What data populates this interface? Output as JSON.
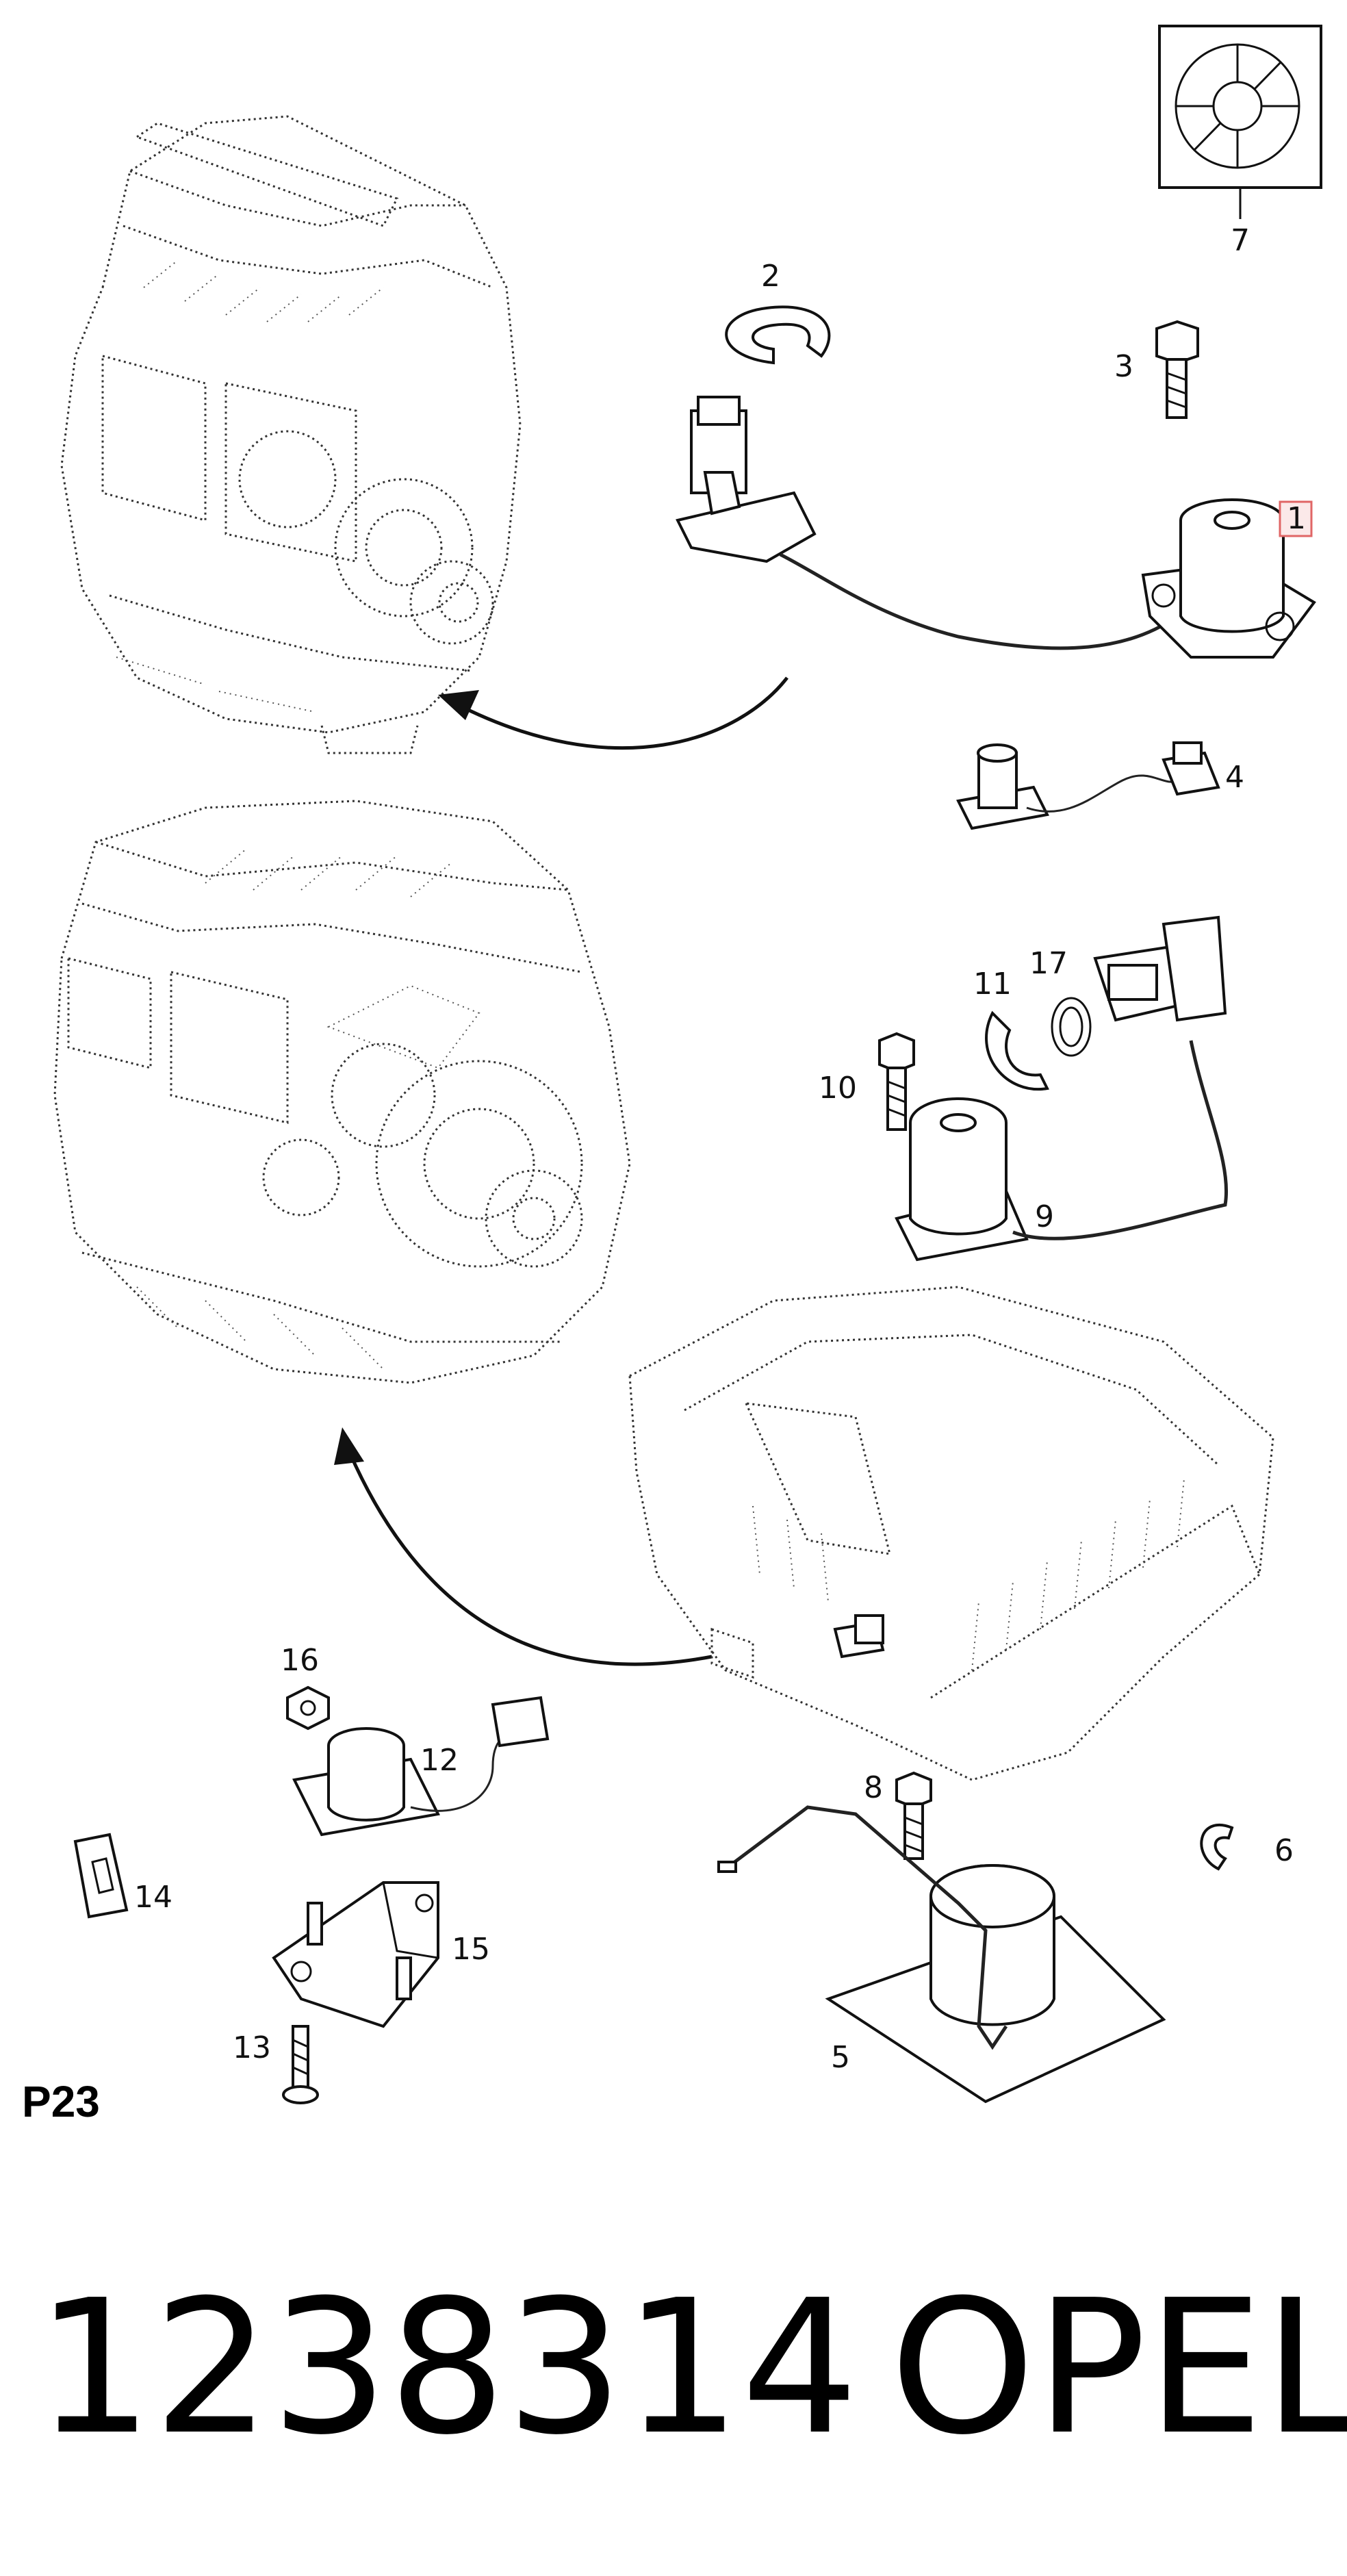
{
  "diagram": {
    "callouts": {
      "c1": "1",
      "c2": "2",
      "c3": "3",
      "c4": "4",
      "c5": "5",
      "c6": "6",
      "c7": "7",
      "c8": "8",
      "c9": "9",
      "c10": "10",
      "c11": "11",
      "c12": "12",
      "c13": "13",
      "c14": "14",
      "c15": "15",
      "c16": "16",
      "c17": "17"
    },
    "page_code": "P23",
    "part_number": "1238314",
    "brand": "OPEL",
    "highlight_color": "#e06666"
  }
}
